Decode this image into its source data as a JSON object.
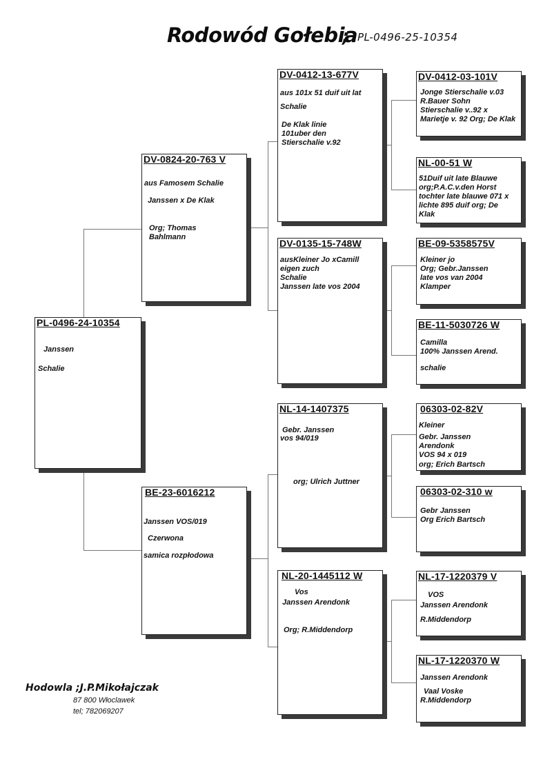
{
  "header": {
    "title": "Rodowód Gołebia",
    "separator": ";",
    "ring": "PL-0496-25-10354"
  },
  "gen1": {
    "subject": {
      "ring": "PL-0496-24-10354",
      "lines": [
        "Janssen",
        "Schalie"
      ]
    }
  },
  "gen2": {
    "father": {
      "ring": "DV-0824-20-763 V",
      "lines": [
        "aus Famosem Schalie",
        "Janssen x De Klak",
        "Org; Thomas",
        "Bahlmann"
      ]
    },
    "mother": {
      "ring": "BE-23-6016212",
      "lines": [
        "Janssen VOS/019",
        "Czerwona",
        "samica rozpłodowa"
      ]
    }
  },
  "gen3": {
    "ff": {
      "ring": "DV-0412-13-677V",
      "lines": [
        "aus 101x 51 duif uit lat",
        "Schalie",
        "De Klak  linie",
        "101uber den",
        "Stierschalie v.92"
      ]
    },
    "fm": {
      "ring": "DV-0135-15-748W",
      "lines": [
        "ausKleiner Jo xCamill",
        "eigen zuch",
        "Schalie",
        "Janssen    late vos 2004"
      ]
    },
    "mf": {
      "ring": "NL-14-1407375",
      "lines": [
        "Gebr. Janssen",
        "vos 94/019",
        "org; Ulrich Juttner"
      ]
    },
    "mm": {
      "ring": "NL-20-1445112 W",
      "lines": [
        "Vos",
        "Janssen Arendonk",
        "Org; R.Middendorp"
      ]
    }
  },
  "gen4": {
    "fff": {
      "ring": "DV-0412-03-101V",
      "lines": [
        "Jonge Stierschalie v.03",
        "R.Bauer   Sohn",
        "Stierschalie v..92 x",
        "Marietje v. 92 Org; De Klak"
      ]
    },
    "ffm": {
      "ring": "NL-00-51 W",
      "lines": [
        "51Duif uit late Blauwe",
        "org;P.A.C.v.den Horst",
        "tochter late blauwe 071 x",
        "lichte 895 duif org; De",
        "Klak"
      ]
    },
    "fmf": {
      "ring": "BE-09-5358575V",
      "lines": [
        "Kleiner jo",
        "Org; Gebr.Janssen",
        "late vos van 2004",
        "Klamper"
      ]
    },
    "fmm": {
      "ring": "BE-11-5030726 W",
      "lines": [
        "Camilla",
        "100% Janssen Arend.",
        "schalie"
      ]
    },
    "mff": {
      "ring": "06303-02-82V",
      "lines": [
        "Kleiner",
        "Gebr. Janssen",
        "Arendonk",
        "VOS 94 x 019",
        "org; Erich Bartsch"
      ]
    },
    "mfm": {
      "ring": "06303-02-310 w",
      "lines": [
        "Gebr Janssen",
        "Org Erich Bartsch"
      ]
    },
    "mmf": {
      "ring": "NL-17-1220379 V",
      "lines": [
        "VOS",
        "Janssen Arendonk",
        "R.Middendorp"
      ]
    },
    "mmm": {
      "ring": "NL-17-1220370 W",
      "lines": [
        "Janssen Arendonk",
        "Vaal Voske",
        "R.Middendorp"
      ]
    }
  },
  "footer": {
    "breeder": "Hodowla ;J.P.Mikołajczak",
    "address": "87 800 Włoclawek",
    "phone": "tel; 782069207"
  }
}
